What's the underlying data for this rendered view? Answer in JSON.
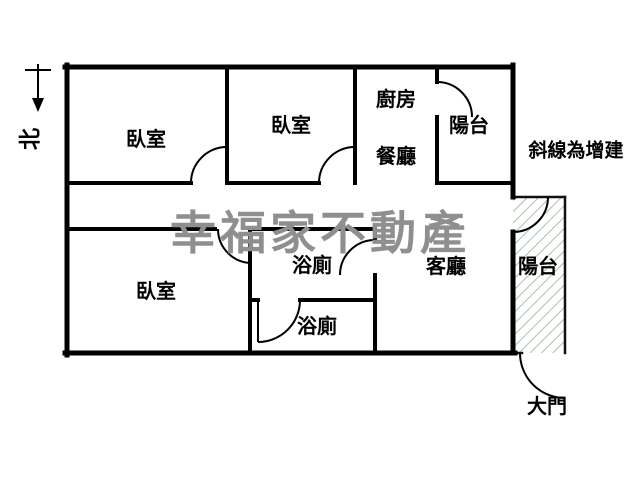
{
  "watermark": "幸福家不動產",
  "north_label": "北",
  "annotation_note": "斜線為增建",
  "rooms": {
    "bedroom_top_left": "臥室",
    "bedroom_top_middle": "臥室",
    "bedroom_bottom": "臥室",
    "kitchen": "廚房",
    "dining": "餐廳",
    "balcony_top": "陽台",
    "balcony_right": "陽台",
    "bathroom_upper": "浴廁",
    "bathroom_lower": "浴廁",
    "living_room": "客廳",
    "main_door": "大門"
  },
  "colors": {
    "wall": "#000000",
    "text": "#000000",
    "watermark": "#8f8f8f",
    "hatch_line": "#a9c3a9",
    "background": "#ffffff"
  }
}
